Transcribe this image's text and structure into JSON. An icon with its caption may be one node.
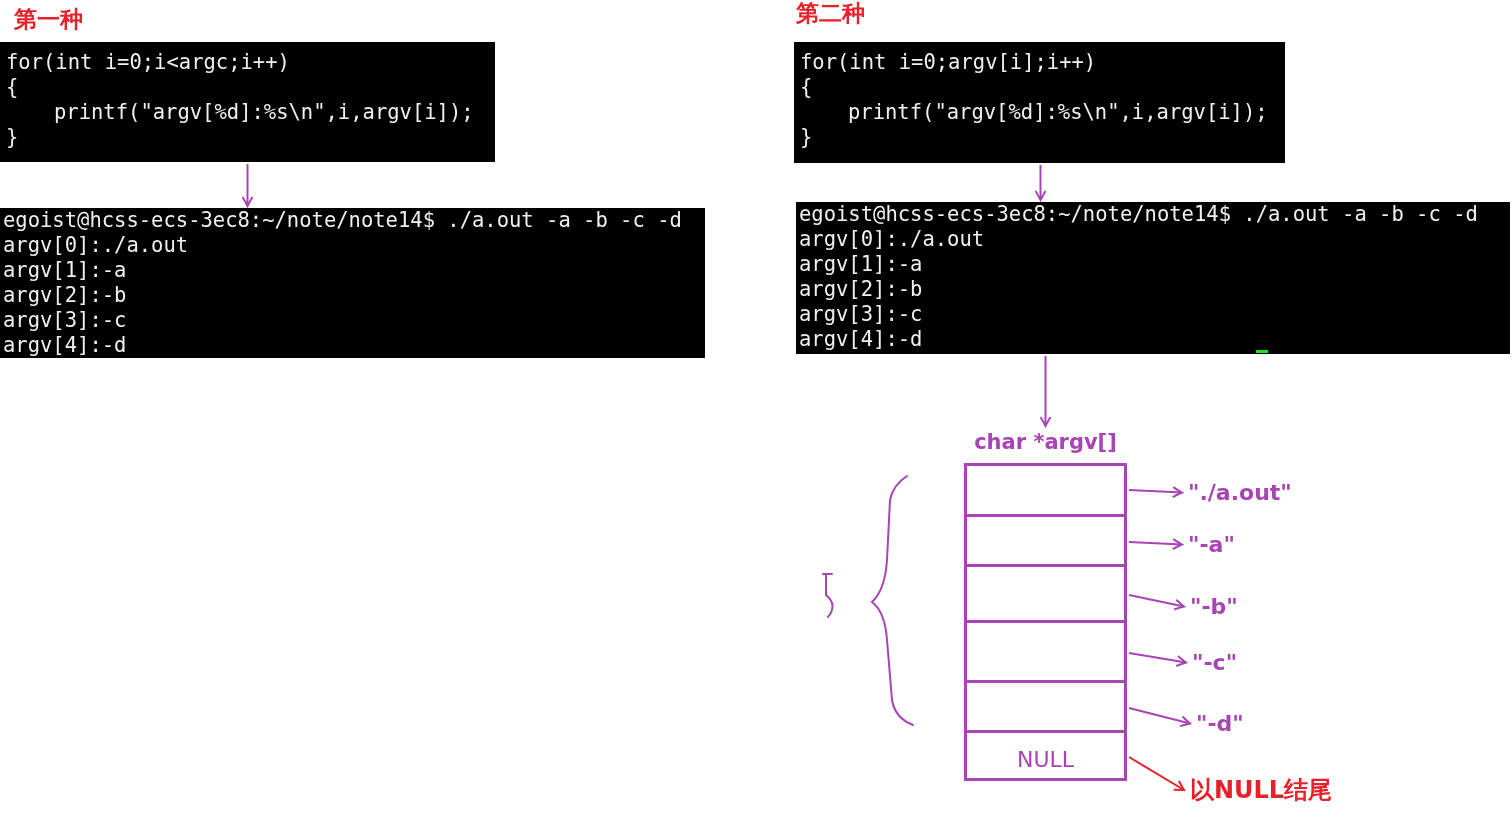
{
  "diagram": {
    "nodes": [
      {
        "text": [
          "for(int i=0;i<argc;i++)",
          "{",
          "printf(\"argv[%d]:%s\\n\",i,argv[i]);",
          "}"
        ]
      },
      {
        "text": [
          "egoist@hcss-ecs-3ec8:~/note/note14$ ./a.out -a -b -c -d",
          "argv[0]:./a.out",
          "argv[1]:-a",
          "argv[2]:-b",
          "argv[3]:-c",
          "argv[4]:-d"
        ]
      },
      {
        "text": [
          "for(int i=0;argv[i];i++)",
          "{",
          "printf(\"argv[%d]:%s\\n\",i,argv[i]);",
          "}"
        ]
      },
      {
        "text": [
          "egoist@hcss-ecs-3ec8:~/note/note14$ ./a.out -a -b -c -d",
          "argv[0]:./a.out",
          "argv[1]:-a",
          "argv[2]:-b",
          "argv[3]:-c",
          "argv[4]:-d"
        ]
      },
      {
        "text": [
          "char *argv[]"
        ]
      },
      {
        "text": [],
        "shape": "box",
        "in": 4
      },
      {
        "text": [],
        "shape": "box",
        "in": 4
      },
      {
        "text": [],
        "shape": "box",
        "in": 4
      },
      {
        "text": [],
        "shape": "box",
        "in": 4
      },
      {
        "text": [],
        "shape": "box",
        "in": 4
      },
      {
        "text": [
          "NULL"
        ],
        "in": 4
      },
      {
        "text": [
          "\"./a.out\""
        ]
      },
      {
        "text": [
          "\"-a\""
        ]
      },
      {
        "text": [
          "\"-b\""
        ]
      },
      {
        "text": [
          "\"-c\""
        ]
      },
      {
        "text": [
          "\"-d\""
        ]
      },
      {
        "text": [
          "以NULL结尾"
        ]
      }
    ],
    "edges": [
      {
        "from": 0,
        "to": 1,
        "arrow": "to"
      },
      {
        "from": 2,
        "to": 3,
        "arrow": "to"
      },
      {
        "from": 3,
        "to": 4,
        "arrow": "to"
      },
      {
        "from": 5,
        "to": 11,
        "arrow": "to"
      },
      {
        "from": 6,
        "to": 12,
        "arrow": "to"
      },
      {
        "from": 7,
        "to": 13,
        "arrow": "to"
      },
      {
        "from": 8,
        "to": 14,
        "arrow": "to"
      },
      {
        "from": 9,
        "to": 15,
        "arrow": "to"
      },
      {
        "from": 10,
        "to": 16,
        "arrow": "to",
        "color": "#e8202a"
      }
    ],
    "labels": [
      "第一种",
      "第二种"
    ]
  }
}
